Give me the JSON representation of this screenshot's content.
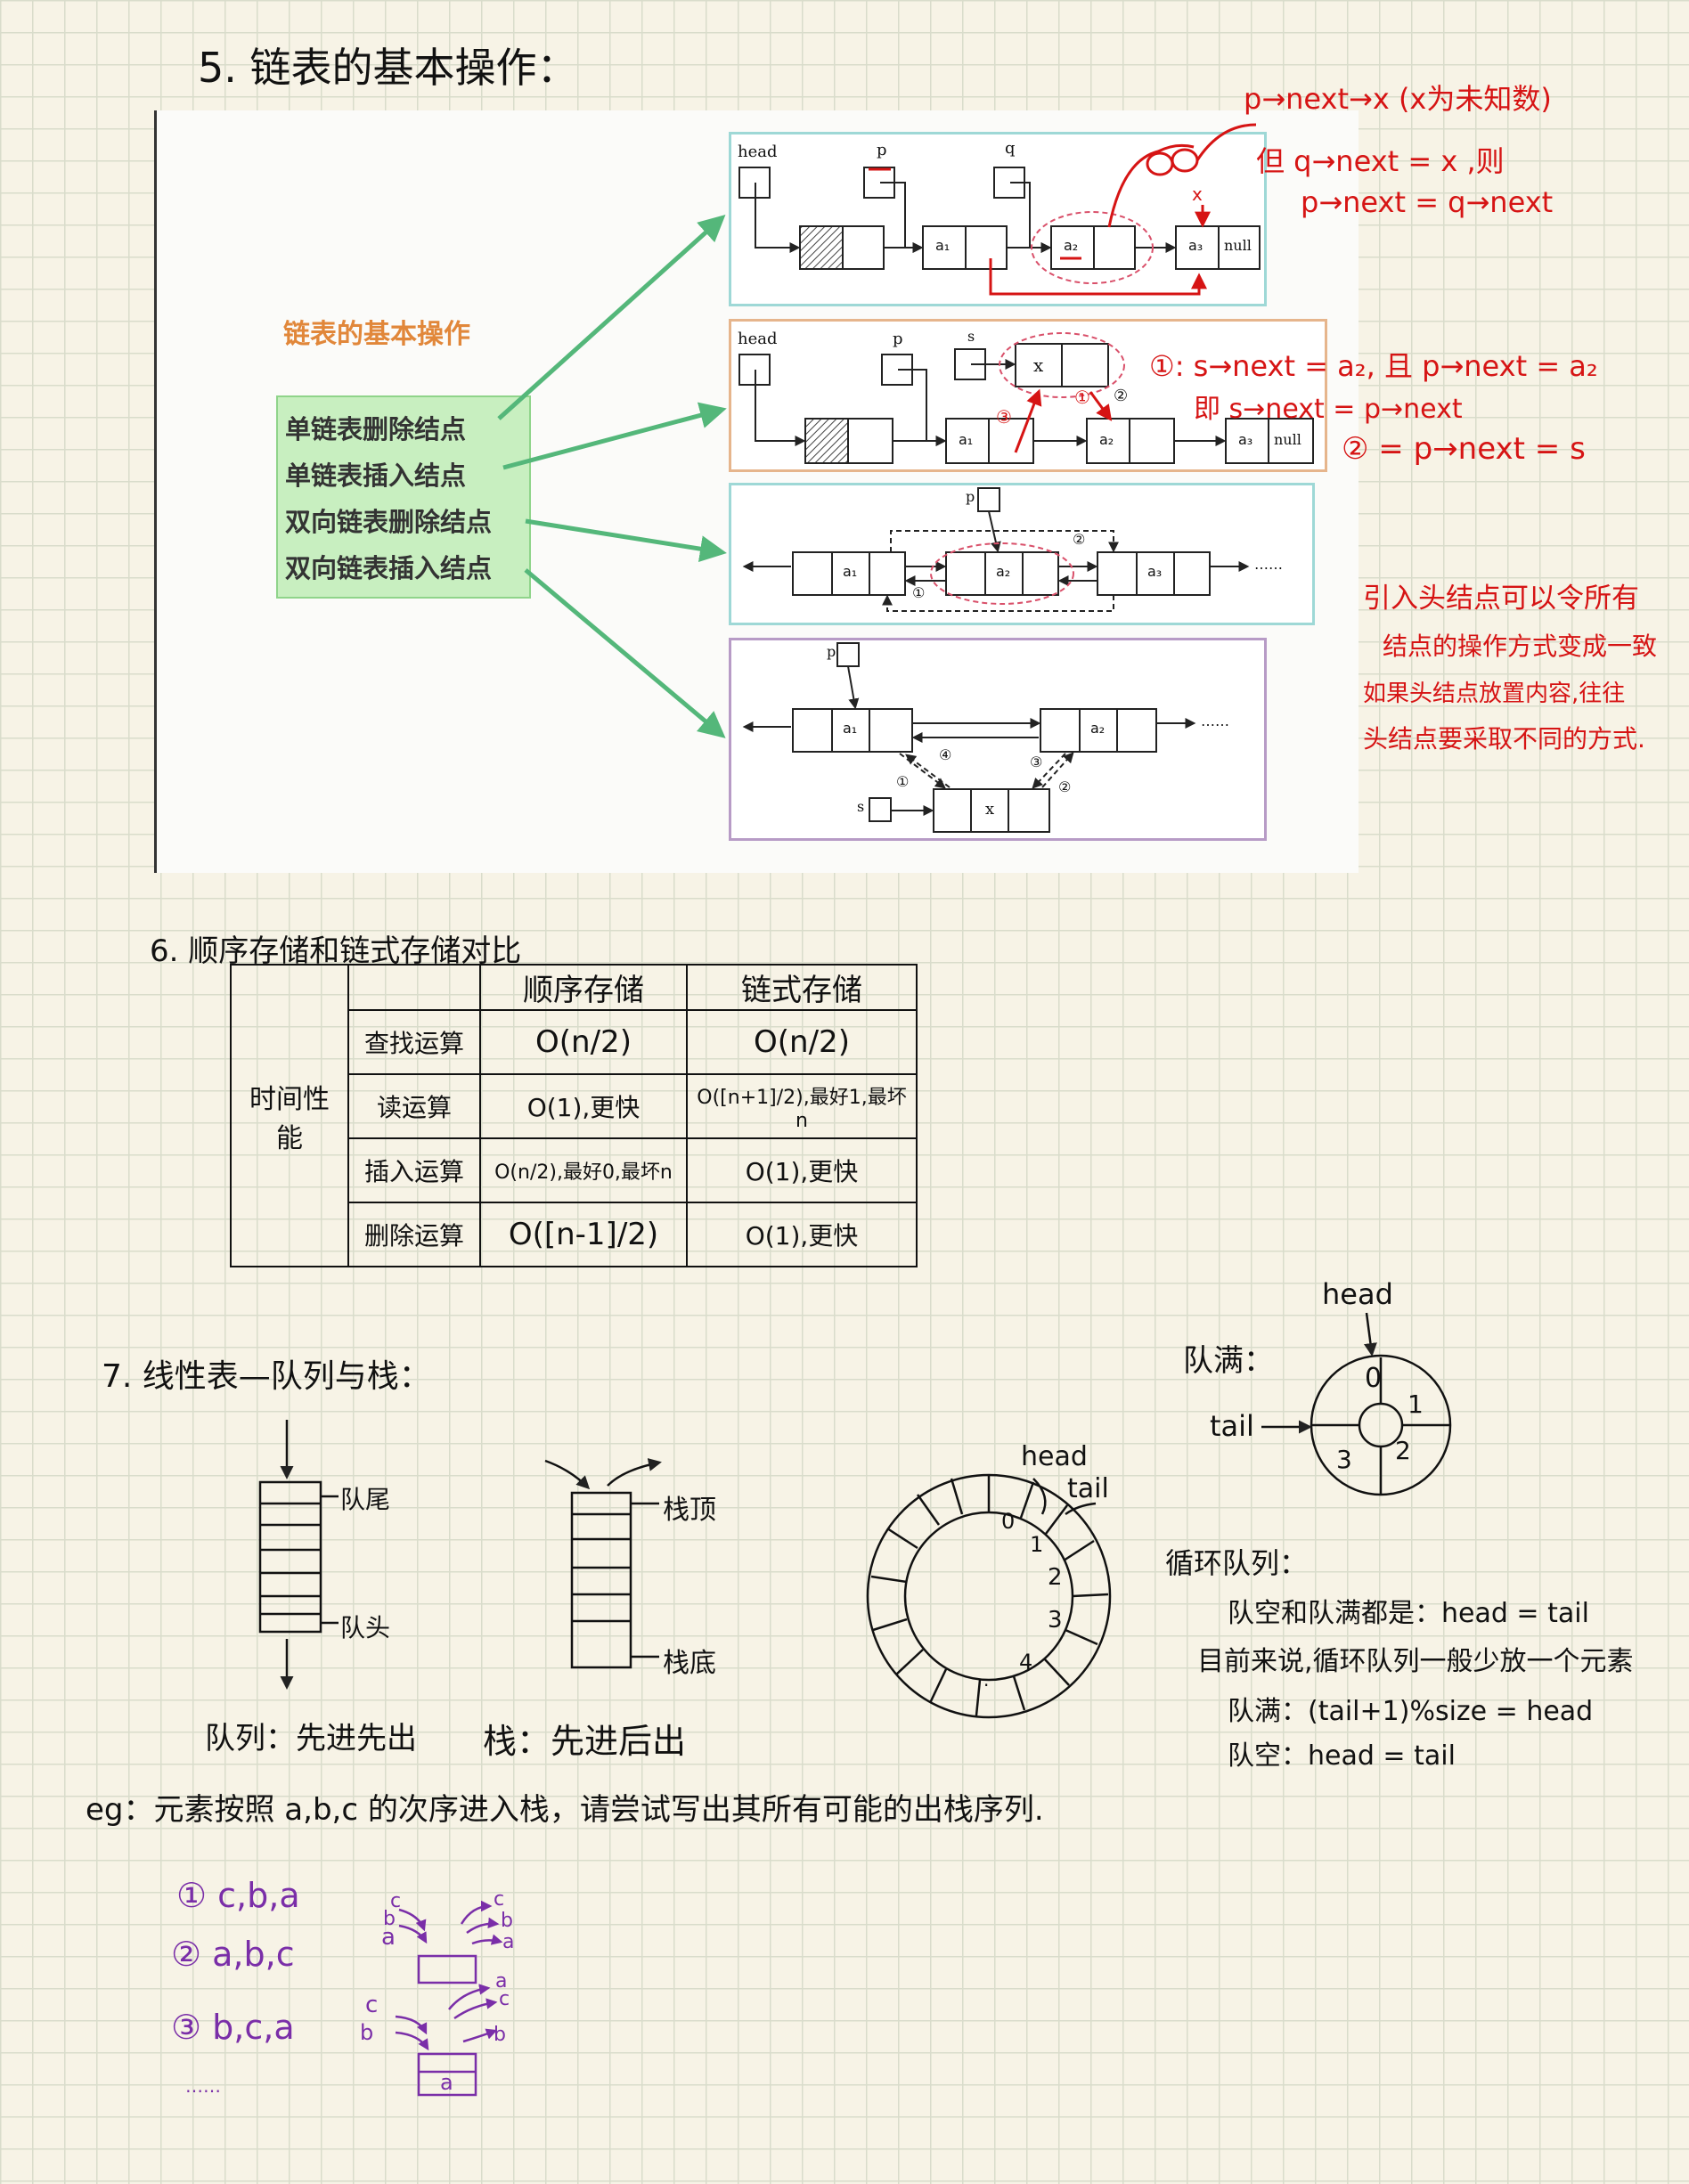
{
  "section5": {
    "title": "5. 链表的基本操作：",
    "panel_title": "链表的基本操作",
    "operations": [
      "单链表删除结点",
      "单链表插入结点",
      "双向链表删除结点",
      "双向链表插入结点"
    ],
    "diagram1_labels": {
      "head": "head",
      "p": "p",
      "q": "q",
      "a1": "a₁",
      "a2": "a₂",
      "a3": "a₃",
      "null": "null",
      "x": "x"
    },
    "diagram2_labels": {
      "head": "head",
      "p": "p",
      "s": "s",
      "x": "x",
      "a1": "a₁",
      "a2": "a₂",
      "a3": "a₃",
      "null": "null",
      "n1": "①",
      "n2": "②",
      "n3": "③"
    },
    "diagram3_labels": {
      "p": "p",
      "a1": "a₁",
      "a2": "a₂",
      "a3": "a₃",
      "n1": "①",
      "n2": "②",
      "dots": "……"
    },
    "diagram4_labels": {
      "p": "p",
      "s": "s",
      "x": "x",
      "a1": "a₁",
      "a2": "a₂",
      "n1": "①",
      "n2": "②",
      "n3": "③",
      "n4": "④",
      "dots": "……"
    },
    "note1": [
      "p→next→x (x为未知数)",
      "但 q→next = x ,则",
      "p→next = q→next"
    ],
    "note2": [
      "①: s→next = a₂, 且 p→next = a₂",
      "即 s→next = p→next",
      "② = p→next = s"
    ],
    "note3": [
      "引入头结点可以令所有",
      "结点的操作方式变成一致",
      "如果头结点放置内容,往往",
      "头结点要采取不同的方式."
    ]
  },
  "section6": {
    "title": "6. 顺序存储和链式存储对比",
    "row_group": "时间性能",
    "col_headers": [
      "顺序存储",
      "链式存储"
    ],
    "rows": [
      {
        "op": "查找运算",
        "seq": "O(n/2)",
        "link": "O(n/2)"
      },
      {
        "op": "读运算",
        "seq": "O(1),更快",
        "link": "O([n+1]/2),最好1,最坏n"
      },
      {
        "op": "插入运算",
        "seq": "O(n/2),最好0,最坏n",
        "link": "O(1),更快"
      },
      {
        "op": "删除运算",
        "seq": "O([n-1]/2)",
        "link": "O(1),更快"
      }
    ]
  },
  "section7": {
    "title": "7. 线性表—队列与栈：",
    "queue_tail": "队尾",
    "queue_head": "队头",
    "stack_top": "栈顶",
    "stack_bottom": "栈底",
    "queue_caption": "队列：先进先出",
    "stack_caption": "栈：先进后出",
    "ring_head": "head",
    "ring_tail": "tail",
    "ring_nums": [
      "0",
      "1",
      "2",
      "3",
      "4",
      "."
    ],
    "full_label": "队满：",
    "small_ring_head": "head",
    "small_ring_tail": "tail",
    "small_ring_nums": [
      "0",
      "1",
      "2",
      "3"
    ],
    "circular_title": "循环队列：",
    "circular_notes": [
      "队空和队满都是：head = tail",
      "目前来说,循环队列一般少放一个元素",
      "队满：(tail+1)%size = head",
      "队空：head = tail"
    ]
  },
  "example": {
    "question": "eg：元素按照 a,b,c 的次序进入栈，请尝试写出其所有可能的出栈序列.",
    "answers": [
      "① c,b,a",
      "② a,b,c",
      "③ b,c,a"
    ],
    "ellipsis": "……",
    "stack_letters": [
      "c",
      "b",
      "a"
    ],
    "out_letters_1": [
      "c",
      "b",
      "a"
    ],
    "out_letters_2": [
      "a",
      "c",
      "b"
    ],
    "small_c": "c",
    "small_b": "b",
    "small_a": "a"
  },
  "colors": {
    "red_ink": "#d61414",
    "purple_ink": "#7a2ea8",
    "green_arrow": "#54b77a",
    "orange_title": "#e1873a"
  }
}
